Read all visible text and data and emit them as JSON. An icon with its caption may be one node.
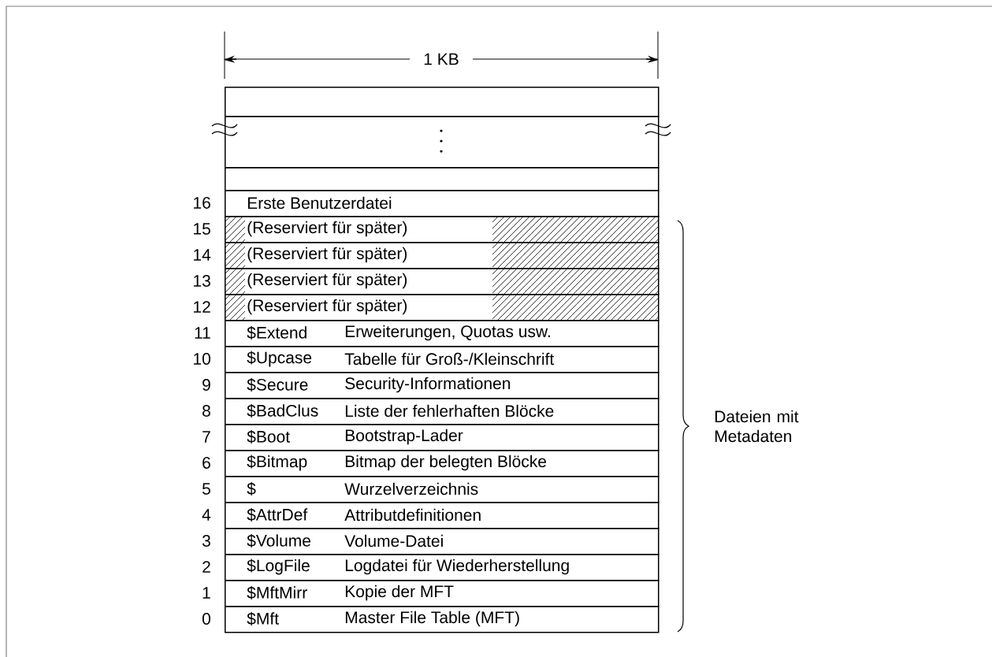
{
  "diagram": {
    "nodes": [
      {
        "text": [],
        "shape": "box"
      },
      {
        "text": [],
        "shape": "box"
      },
      {
        "text": [],
        "shape": "box"
      },
      {
        "text": [
          "Erste Benutzerdatei"
        ],
        "beside": [
          "16"
        ]
      },
      {
        "text": [
          "(Reserviert für später)"
        ],
        "beside": [
          "15"
        ]
      },
      {
        "text": [
          "(Reserviert für später)"
        ],
        "beside": [
          "14"
        ]
      },
      {
        "text": [
          "(Reserviert für später)"
        ],
        "beside": [
          "13"
        ]
      },
      {
        "text": [
          "(Reserviert für später)"
        ],
        "beside": [
          "12"
        ]
      },
      {
        "text": [
          "$Extend",
          "Erweiterungen, Quotas usw."
        ],
        "beside": [
          "11"
        ]
      },
      {
        "text": [
          "$Upcase",
          "Tabelle für Groß-/Kleinschrift"
        ],
        "beside": [
          "10"
        ]
      },
      {
        "text": [
          "$Secure",
          "Security-Informationen"
        ],
        "beside": [
          "9"
        ]
      },
      {
        "text": [
          "$BadClus",
          "Liste der fehlerhaften Blöcke"
        ],
        "beside": [
          "8"
        ]
      },
      {
        "text": [
          "$Boot",
          "Bootstrap-Lader"
        ],
        "beside": [
          "7"
        ]
      },
      {
        "text": [
          "$Bitmap",
          "Bitmap der belegten Blöcke"
        ],
        "beside": [
          "6"
        ]
      },
      {
        "text": [
          "$",
          "Wurzelverzeichnis"
        ],
        "beside": [
          "5"
        ]
      },
      {
        "text": [
          "$AttrDef",
          "Attributdefinitionen"
        ],
        "beside": [
          "4"
        ]
      },
      {
        "text": [
          "$Volume",
          "Volume-Datei"
        ],
        "beside": [
          "3"
        ]
      },
      {
        "text": [
          "$LogFile",
          "Logdatei für Wiederherstellung"
        ],
        "beside": [
          "2"
        ]
      },
      {
        "text": [
          "$MftMirr",
          "Kopie der MFT"
        ],
        "beside": [
          "1"
        ]
      },
      {
        "text": [
          "$Mft",
          "Master File Table (MFT)"
        ],
        "beside": [
          "0"
        ]
      }
    ],
    "labels": [
      "1 KB",
      "Dateien mit Metadaten"
    ]
  }
}
